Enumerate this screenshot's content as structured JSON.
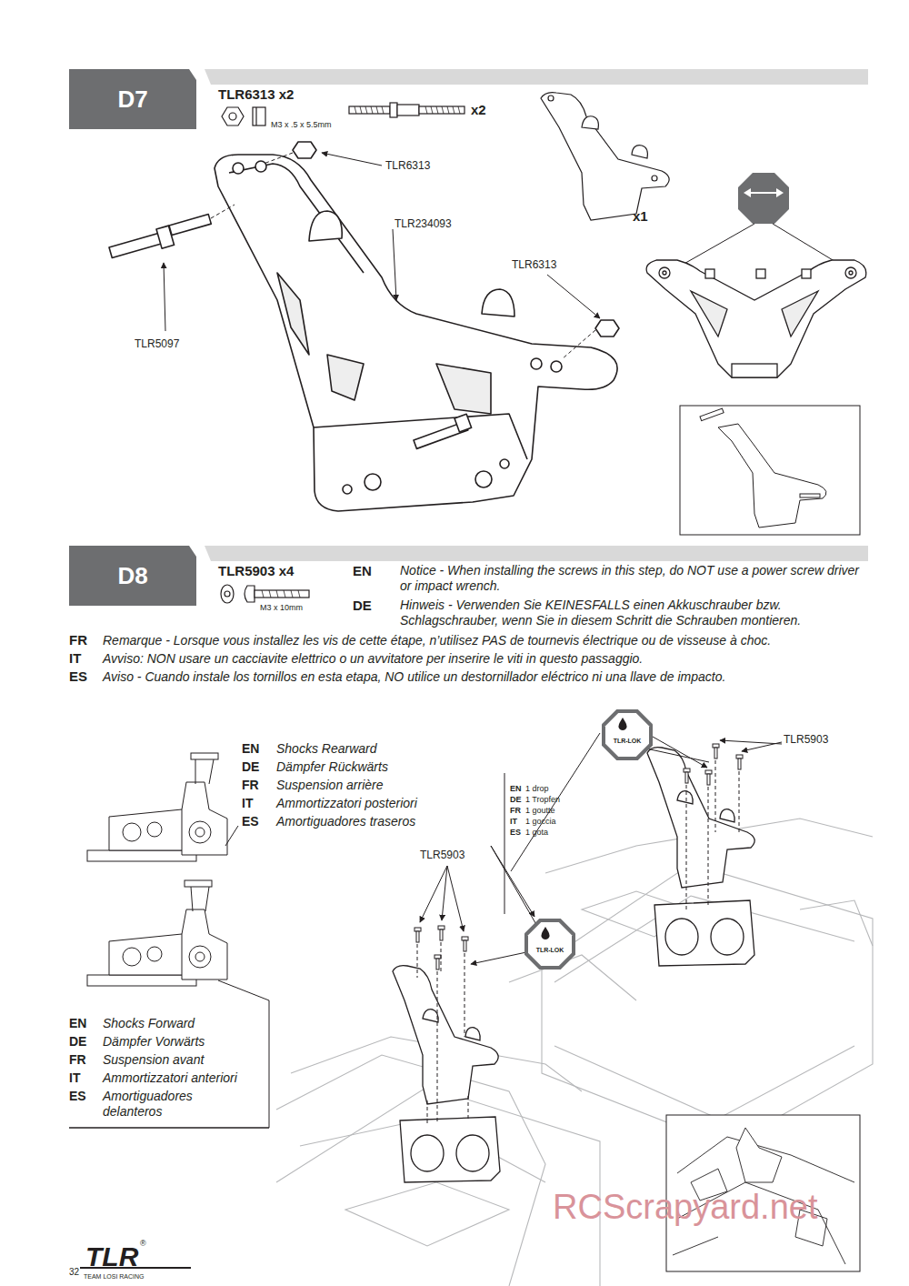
{
  "diagram": {
    "nodes": [
      {
        "text": [
          "D7"
        ]
      },
      {
        "text": [
          "D8"
        ]
      },
      {
        "text": [
          "TLR-LOK"
        ]
      },
      {
        "text": [
          "TLR-LOK"
        ]
      }
    ],
    "labels": [
      "TLR6313 x2",
      "M3 x .5 x 5.5mm",
      "x2",
      "TLR6313",
      "TLR234093",
      "TLR6313",
      "TLR5097",
      "x1",
      "TLR5903 x4",
      "M3 x 10mm",
      "EN",
      "Notice - When installing the screws in this step, do NOT use a power screw driver or impact wrench.",
      "DE",
      "Hinweis - Verwenden Sie KEINESFALLS einen Akkuschrauber bzw. Schlagschrauber, wenn Sie in diesem Schritt die Schrauben montieren.",
      "FR",
      "Remarque - Lorsque vous installez les vis de cette étape, n’utilisez PAS de tournevis électrique ou de visseuse à choc.",
      "IT",
      "Avviso: NON usare un cacciavite elettrico o un avvitatore per inserire le viti in questo passaggio.",
      "ES",
      "Aviso - Cuando instale los tornillos en esta etapa, NO utilice un destornillador eléctrico ni una llave de impacto.",
      "EN",
      "Shocks Rearward",
      "DE",
      "Dämpfer Rückwärts",
      "FR",
      "Suspension arrière",
      "IT",
      "Ammortizzatori posteriori",
      "ES",
      "Amortiguadores traseros",
      "EN",
      "1 drop",
      "DE",
      "1 Tropfen",
      "FR",
      "1 goutte",
      "IT",
      "1 goccia",
      "ES",
      "1 gota",
      "TLR5903",
      "TLR5903",
      "EN",
      "Shocks Forward",
      "DE",
      "Dämpfer Vorwärts",
      "FR",
      "Suspension avant",
      "IT",
      "Ammortizzatori anteriori",
      "ES",
      "Amortiguadores delanteros",
      "32",
      "TLR",
      "®",
      "TEAM LOSI RACING",
      "RCScrapyard.net"
    ]
  }
}
